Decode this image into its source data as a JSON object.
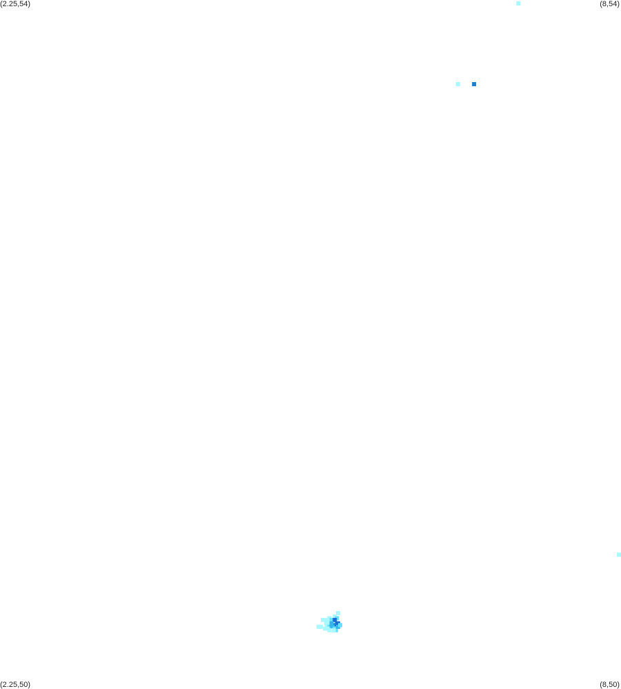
{
  "corners": {
    "top_left": "(2.25,54)",
    "top_right": "(8,54)",
    "bottom_left": "(2.25,50)",
    "bottom_right": "(8,50)"
  },
  "extent": {
    "lon_min": 2.25,
    "lon_max": 8,
    "lat_min": 50,
    "lat_max": 54
  },
  "colors": {
    "background": "#ffffff",
    "very_light": "#aaf8ff",
    "light": "#66e0ff",
    "medium": "#33b5ee",
    "dark": "#1f7fd0",
    "darkest": "#1a6ad9"
  },
  "cells": [
    {
      "lon": 7.05,
      "lat": 53.98,
      "color": "very_light"
    },
    {
      "lon": 6.49,
      "lat": 53.51,
      "color": "very_light"
    },
    {
      "lon": 6.64,
      "lat": 53.51,
      "color": "dark"
    },
    {
      "lon": 7.99,
      "lat": 50.77,
      "color": "very_light"
    },
    {
      "lon": 5.38,
      "lat": 50.43,
      "color": "very_light"
    },
    {
      "lon": 5.35,
      "lat": 50.41,
      "color": "very_light"
    },
    {
      "lon": 5.24,
      "lat": 50.39,
      "color": "very_light"
    },
    {
      "lon": 5.27,
      "lat": 50.39,
      "color": "very_light"
    },
    {
      "lon": 5.3,
      "lat": 50.4,
      "color": "very_light"
    },
    {
      "lon": 5.32,
      "lat": 50.39,
      "color": "light"
    },
    {
      "lon": 5.37,
      "lat": 50.4,
      "color": "light"
    },
    {
      "lon": 5.35,
      "lat": 50.39,
      "color": "darkest"
    },
    {
      "lon": 5.28,
      "lat": 50.38,
      "color": "very_light"
    },
    {
      "lon": 5.32,
      "lat": 50.37,
      "color": "medium"
    },
    {
      "lon": 5.37,
      "lat": 50.37,
      "color": "dark"
    },
    {
      "lon": 5.34,
      "lat": 50.36,
      "color": "dark"
    },
    {
      "lon": 5.38,
      "lat": 50.37,
      "color": "darkest"
    },
    {
      "lon": 5.39,
      "lat": 50.36,
      "color": "darkest"
    },
    {
      "lon": 5.36,
      "lat": 50.35,
      "color": "darkest"
    },
    {
      "lon": 5.27,
      "lat": 50.37,
      "color": "very_light"
    },
    {
      "lon": 5.28,
      "lat": 50.36,
      "color": "very_light"
    },
    {
      "lon": 5.3,
      "lat": 50.35,
      "color": "light"
    },
    {
      "lon": 5.32,
      "lat": 50.36,
      "color": "medium"
    },
    {
      "lon": 5.33,
      "lat": 50.35,
      "color": "medium"
    },
    {
      "lon": 5.2,
      "lat": 50.35,
      "color": "very_light"
    },
    {
      "lon": 5.22,
      "lat": 50.35,
      "color": "very_light"
    },
    {
      "lon": 5.26,
      "lat": 50.34,
      "color": "very_light"
    },
    {
      "lon": 5.28,
      "lat": 50.34,
      "color": "very_light"
    },
    {
      "lon": 5.35,
      "lat": 50.34,
      "color": "light"
    },
    {
      "lon": 5.36,
      "lat": 50.33,
      "color": "light"
    },
    {
      "lon": 5.3,
      "lat": 50.33,
      "color": "very_light"
    },
    {
      "lon": 5.34,
      "lat": 50.33,
      "color": "very_light"
    },
    {
      "lon": 5.38,
      "lat": 50.35,
      "color": "medium"
    },
    {
      "lon": 5.4,
      "lat": 50.36,
      "color": "light"
    }
  ]
}
